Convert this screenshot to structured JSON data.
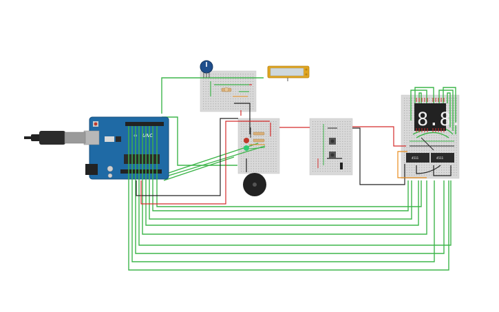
{
  "board": {
    "name": "UNO",
    "brand_mark": "∞"
  },
  "chips": [
    {
      "label": "4511"
    },
    {
      "label": "4511"
    }
  ],
  "display": {
    "digits": "8.8."
  },
  "colors": {
    "wire_green": "#3db54a",
    "wire_red": "#d42a2a",
    "wire_black": "#222222",
    "wire_orange": "#e88a1a",
    "board_blue": "#1f6aa5",
    "breadboard": "#d9d9d9",
    "lcd_frame": "#e0a520"
  },
  "components": {
    "potentiometer": "potentiometer-icon",
    "lcd": "lcd-icon",
    "buzzer": "buzzer-icon",
    "leds": [
      "red",
      "green"
    ],
    "buttons": 2,
    "usb": "usb-cable-icon"
  }
}
